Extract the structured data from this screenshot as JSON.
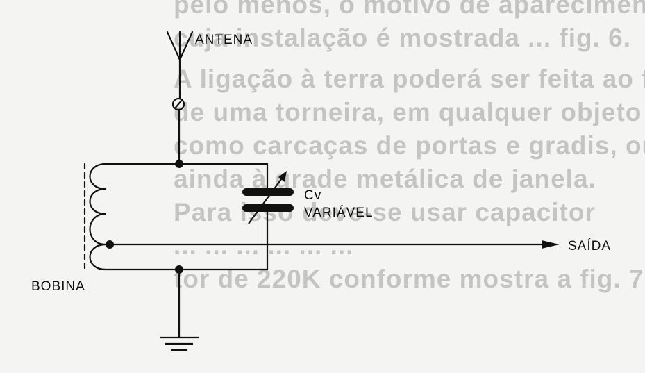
{
  "background_text": [
    "pelo menos, o motivo de aparecimento,",
    "cuja instalação é mostrada ... fig. 6.",
    "A ligação à terra poderá ser feita ao fio",
    "de uma torneira, em qualquer objeto de metal",
    "como carcaças de portas e gradis, ou",
    "ainda à grade metálica de janela.",
    "Para isso deve-se usar capacitor",
    "... ... ... ... ... ...",
    "tor de 220K conforme mostra a fig. 7."
  ],
  "labels": {
    "antenna": "ANTENA",
    "capacitor_symbol": "Cv",
    "capacitor_type": "VARIÁVEL",
    "output": "SAÍDA",
    "coil": "BOBINA"
  },
  "colors": {
    "ink": "#111111",
    "paper": "#f4f4f2",
    "faded_text": "#9d9d9d"
  }
}
